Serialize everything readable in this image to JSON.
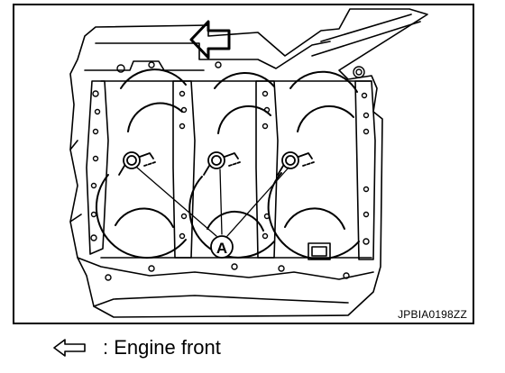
{
  "figure": {
    "callout_label": "A",
    "image_code": "JPBIA0198ZZ"
  },
  "legend": {
    "icon": "outline-arrow-left-icon",
    "text": ": Engine front"
  }
}
